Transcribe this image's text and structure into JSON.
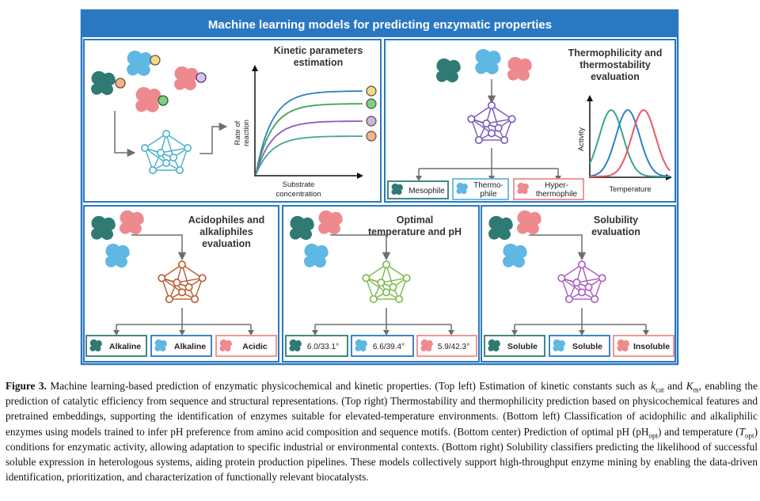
{
  "figure": {
    "title": "Machine learning models for predicting enzymatic properties",
    "colors": {
      "frame": "#2a78c2",
      "teal": "#2f7b74",
      "sky": "#5fb7e3",
      "pink": "#ee8a8e"
    },
    "panels": {
      "kinetic": {
        "title_line1": "Kinetic parameters",
        "title_line2": "estimation",
        "ylabel_line1": "Rate of",
        "ylabel_line2": "reaction",
        "xlabel_line1": "Substrate",
        "xlabel_line2": "concentration",
        "network_color": "#4ab0cc",
        "curve_colors": [
          "#2d7fc8",
          "#3aa654",
          "#8e5bbd",
          "#45a59a"
        ],
        "marker_colors": [
          "#f0d98c",
          "#7ccf86",
          "#c8b3e6",
          "#f3b48d"
        ]
      },
      "thermo": {
        "title_line1": "Thermophilicity and",
        "title_line2": "thermostability",
        "title_line3": "evaluation",
        "ylabel": "Activity",
        "xlabel": "Temperature",
        "network_color": "#7358b8",
        "labels": [
          {
            "line1": "Mesophile",
            "line2": ""
          },
          {
            "line1": "Thermo-",
            "line2": "phile"
          },
          {
            "line1": "Hyper-",
            "line2": "thermophile"
          }
        ],
        "curve_colors": [
          "#3aa48c",
          "#2d82c5",
          "#e65a64"
        ]
      },
      "acido": {
        "title_line1": "Acidophiles and",
        "title_line2": "alkaliphiles",
        "title_line3": "evaluation",
        "network_color": "#b65a2e",
        "labels": [
          "Alkaline",
          "Alkaline",
          "Acidic"
        ]
      },
      "optimal": {
        "title_line1": "Optimal",
        "title_line2": "temperature and pH",
        "network_color": "#7bb84a",
        "labels": [
          "6.0/33.1°",
          "6.6/39.4°",
          "5.9/42.3°"
        ]
      },
      "solubility": {
        "title_line1": "Solubility",
        "title_line2": "evaluation",
        "network_color": "#a85bc0",
        "labels": [
          "Soluble",
          "Soluble",
          "Insoluble"
        ]
      }
    }
  },
  "caption": {
    "label": "Figure 3.",
    "text": " Machine learning-based prediction of enzymatic physicochemical and kinetic properties. (Top left) Estimation of kinetic constants such as k_cat and K_m, enabling the prediction of catalytic efficiency from sequence and structural representations. (Top right) Thermostability and thermophilicity prediction based on physicochemical features and pretrained embeddings, supporting the identification of enzymes suitable for elevated-temperature environments. (Bottom left) Classification of acidophilic and alkaliphilic enzymes using models trained to infer pH preference from amino acid composition and sequence motifs. (Bottom center) Prediction of optimal pH (pH_opt) and temperature (T_opt) conditions for enzymatic activity, allowing adaptation to specific industrial or environmental contexts. (Bottom right) Solubility classifiers predicting the likelihood of successful soluble expression in heterologous systems, aiding protein production pipelines. These models collectively support high-throughput enzyme mining by enabling the data-driven identification, prioritization, and characterization of functionally relevant biocatalysts."
  }
}
